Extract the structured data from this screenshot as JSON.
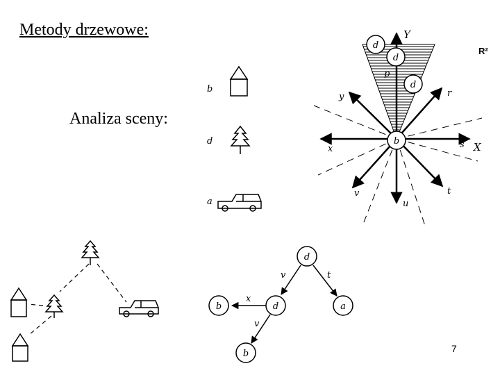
{
  "slide": {
    "title": "Metody drzewowe:",
    "subtitle": "Analiza sceny:",
    "page_number": "7"
  },
  "legend": {
    "items": [
      {
        "letter": "b",
        "icon": "house-icon"
      },
      {
        "letter": "d",
        "icon": "tree-icon"
      },
      {
        "letter": "a",
        "icon": "car-icon"
      }
    ]
  },
  "directions_diagram": {
    "space_label": "R²",
    "axis_x": "X",
    "axis_y": "Y",
    "center": "b",
    "p_label": "p",
    "cone_nodes": [
      "d",
      "d",
      "d"
    ],
    "rays": [
      "x",
      "y",
      "r",
      "s",
      "t",
      "u",
      "v"
    ]
  },
  "tree": {
    "nodes": [
      {
        "id": "root",
        "label": "d"
      },
      {
        "id": "left",
        "label": "d"
      },
      {
        "id": "right",
        "label": "a"
      },
      {
        "id": "ll",
        "label": "b"
      },
      {
        "id": "lb",
        "label": "b"
      }
    ],
    "edges": [
      {
        "label": "v"
      },
      {
        "label": "t"
      },
      {
        "label": "x"
      },
      {
        "label": "v"
      }
    ]
  }
}
